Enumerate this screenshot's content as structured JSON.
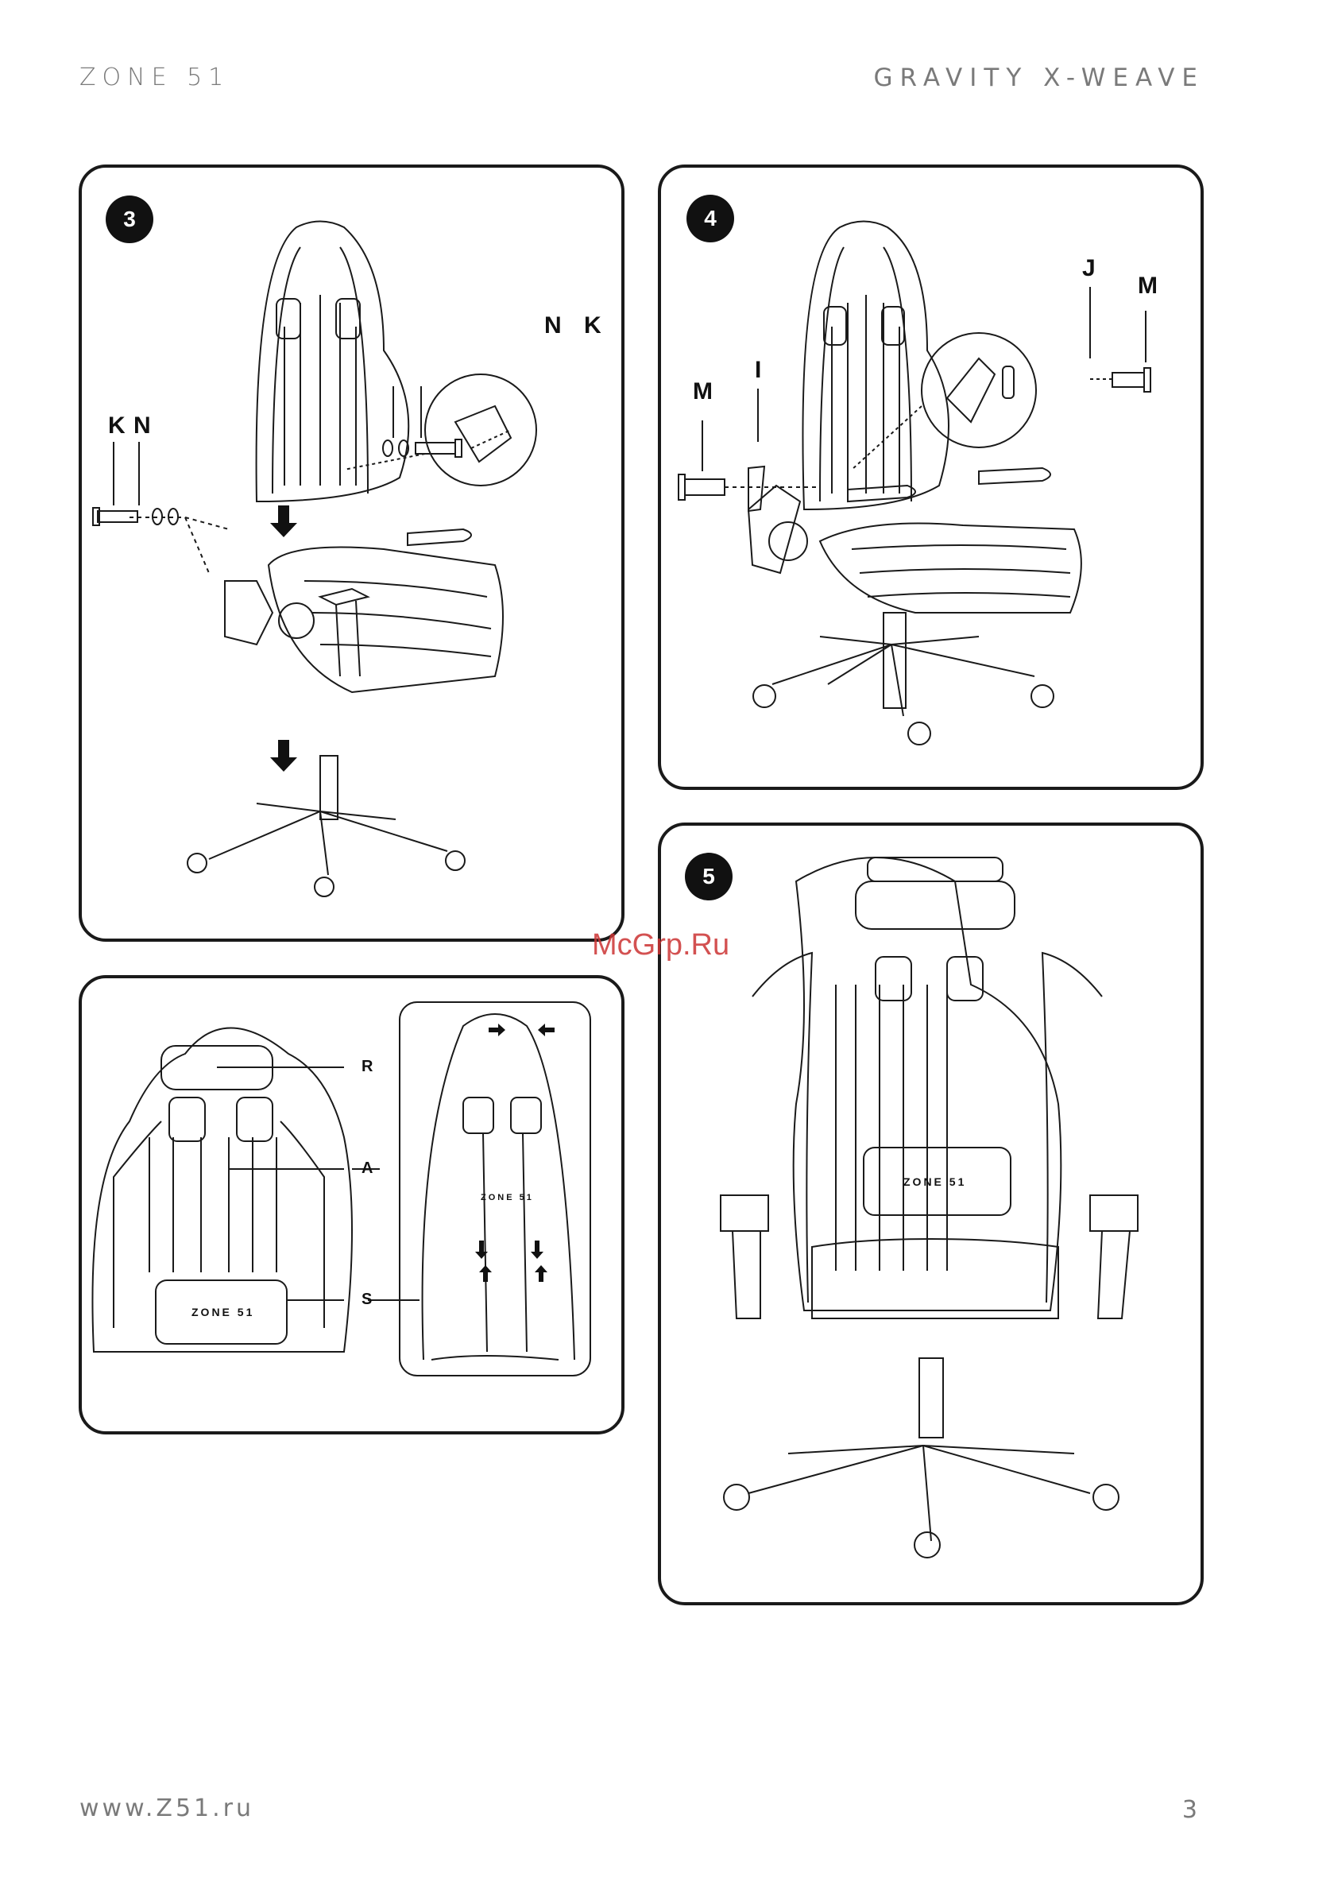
{
  "header": {
    "brand": "ZONE 51",
    "model": "GRAVITY X-WEAVE"
  },
  "footer": {
    "url": "www.Z51.ru",
    "page": "3"
  },
  "watermark": "McGrp.Ru",
  "steps": {
    "step3": {
      "number": "3",
      "labels": {
        "k_left": "K",
        "n_left": "N",
        "n_right": "N",
        "k_right": "K"
      }
    },
    "step4": {
      "number": "4",
      "labels": {
        "m_left": "M",
        "i": "I",
        "j": "J",
        "m_right": "M"
      }
    },
    "step5": {
      "number": "5",
      "pillow_logo": "ZONE 51"
    },
    "pillows": {
      "labels": {
        "r": "R",
        "a": "A",
        "s": "S"
      },
      "pillow_logo": "ZONE 51",
      "back_logo": "ZONE 51"
    }
  },
  "colors": {
    "line": "#1a1a1a",
    "badge": "#111111",
    "header_text": "#7a7a7a",
    "watermark": "#cc3333"
  },
  "icons": [
    "chair-illustration",
    "arrow-down-icon",
    "bolt-icon",
    "washer-icon",
    "strap-arrow-icon"
  ]
}
